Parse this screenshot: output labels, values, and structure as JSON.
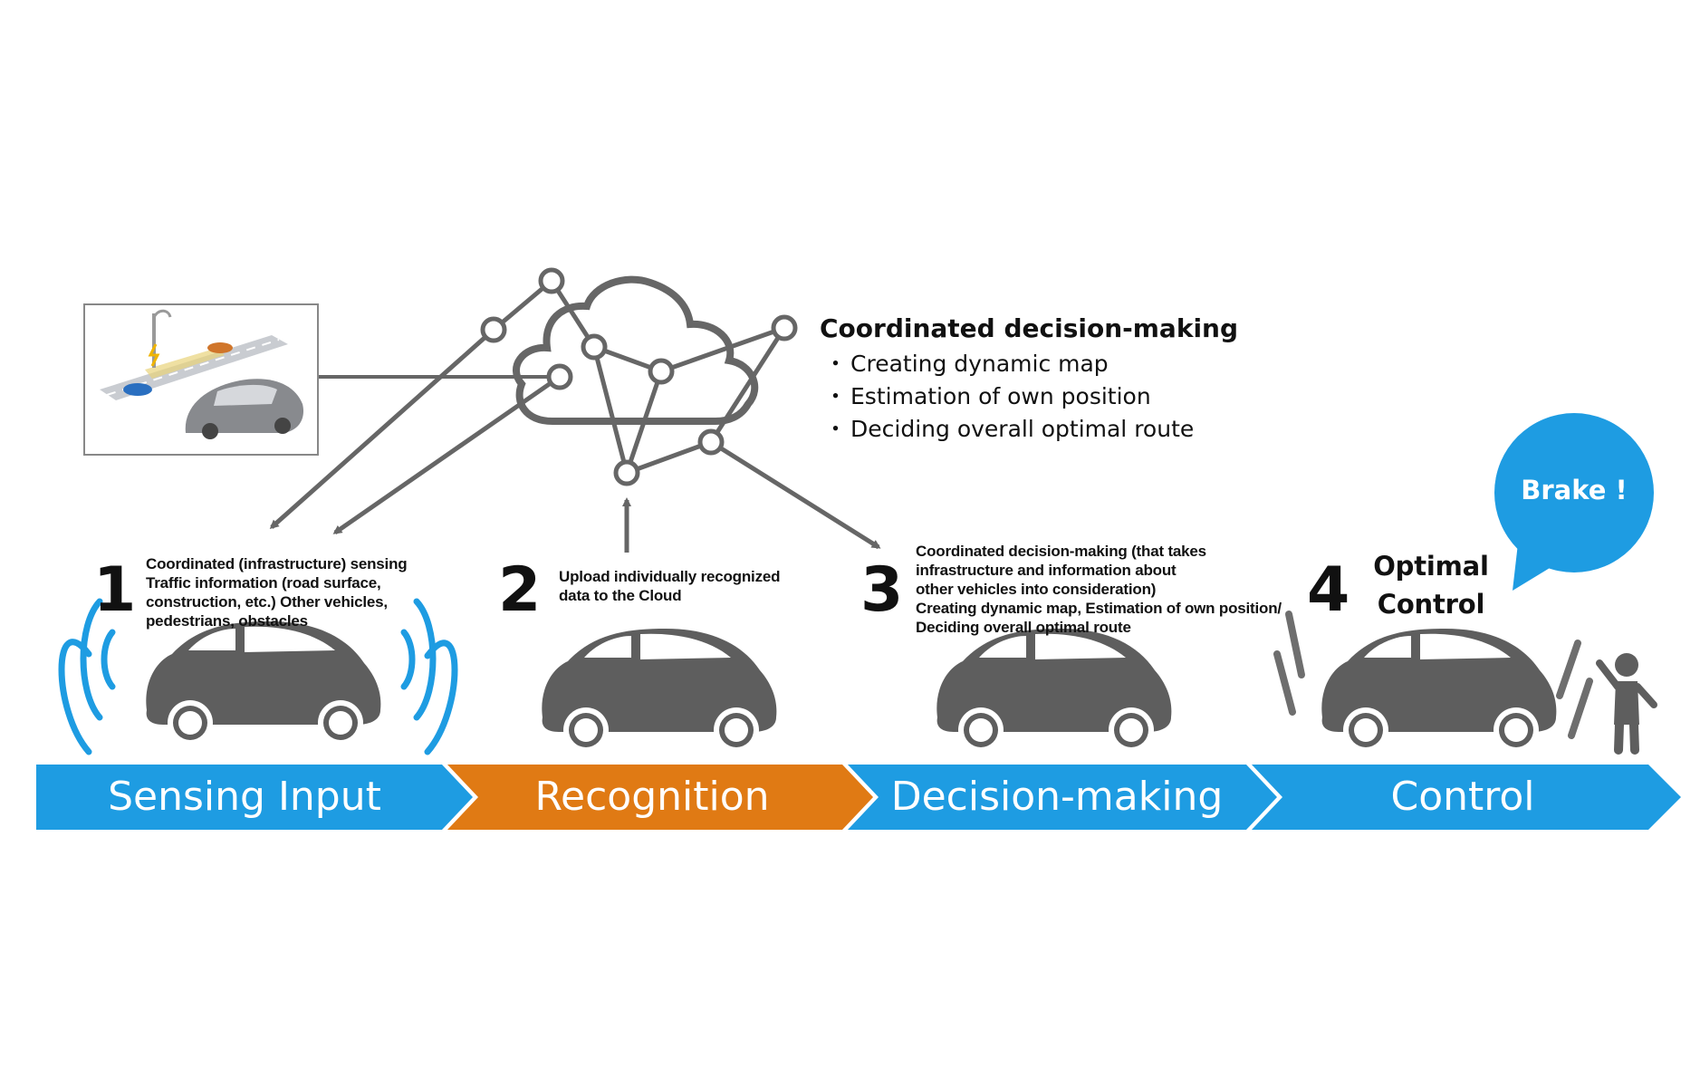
{
  "cloud_panel": {
    "title": "Coordinated decision-making",
    "bullets": [
      "Creating dynamic map",
      "Estimation of own position",
      "Deciding overall optimal route"
    ]
  },
  "steps": [
    {
      "number": "1",
      "description": "Coordinated (infrastructure) sensing\nTraffic information (road surface,\n construction, etc.) Other vehicles,\npedestrians, obstacles"
    },
    {
      "number": "2",
      "description": "Upload individually recognized\ndata to the Cloud"
    },
    {
      "number": "3",
      "description": "Coordinated decision-making (that takes\ninfrastructure and information about\nother vehicles into consideration)\nCreating dynamic map, Estimation of own position/\n Deciding overall optimal route"
    },
    {
      "number": "4",
      "description": "Optimal\nControl"
    }
  ],
  "stages": [
    {
      "label": "Sensing Input",
      "color": "#1e9ce2"
    },
    {
      "label": "Recognition",
      "color": "#e07a14"
    },
    {
      "label": "Decision-making",
      "color": "#1e9ce2"
    },
    {
      "label": "Control",
      "color": "#1e9ce2"
    }
  ],
  "speech_bubble": {
    "text": "Brake !",
    "color": "#1e9ce2"
  },
  "colors": {
    "gray": "#666666",
    "car": "#5e5e5e",
    "wave": "#1e9ce2"
  },
  "icons": [
    "cloud-network-icon",
    "car-icon",
    "signal-wave-icon",
    "pedestrian-icon",
    "road-scene-image"
  ]
}
